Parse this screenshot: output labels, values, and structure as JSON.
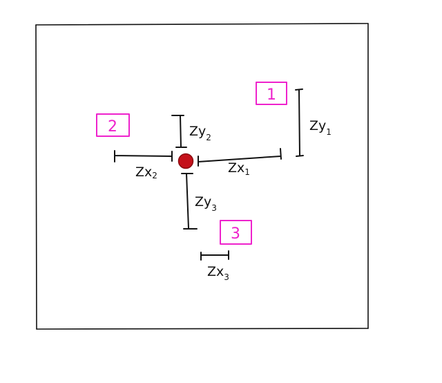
{
  "colors": {
    "ink": "#111111",
    "box": "#ee22cc",
    "point_fill": "#c4111a",
    "point_stroke": "#8a0b10"
  },
  "boxes": [
    {
      "number": "1"
    },
    {
      "number": "2"
    },
    {
      "number": "3"
    }
  ],
  "measurements": [
    {
      "main": "Zy",
      "sub": "1"
    },
    {
      "main": "Zy",
      "sub": "2"
    },
    {
      "main": "Zy",
      "sub": "3"
    },
    {
      "main": "Zx",
      "sub": "1"
    },
    {
      "main": "Zx",
      "sub": "2"
    },
    {
      "main": "Zx",
      "sub": "3"
    }
  ],
  "point": {
    "icon": "red-dot-icon"
  }
}
